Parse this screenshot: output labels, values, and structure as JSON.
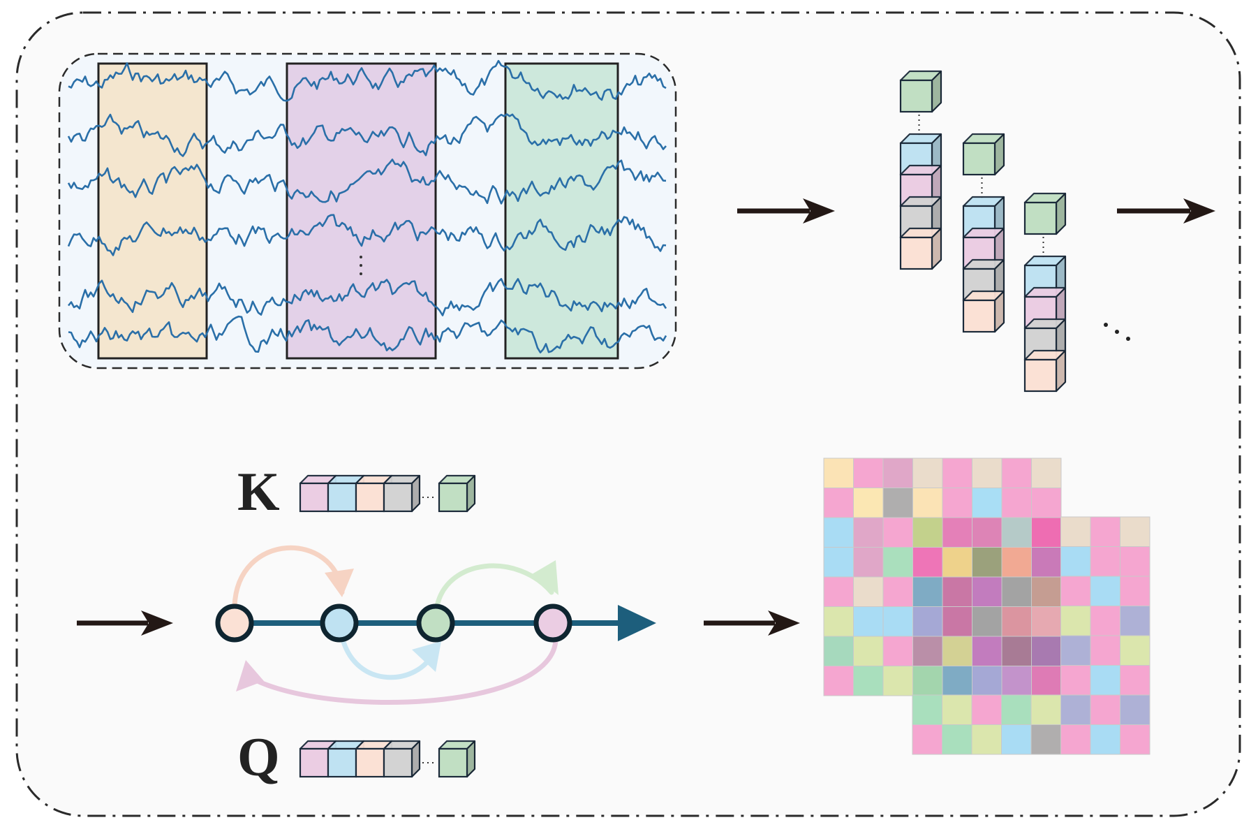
{
  "labels": {
    "key": "K",
    "query": "Q"
  },
  "colors": {
    "panel_bg": "#fafafa",
    "frame": "#2a2a2a",
    "signal_panel_bg": "#f2f7fc",
    "signal_stroke": "#2a6fa8",
    "window_tan": "#f4e6cf",
    "window_purple": "#e3d1e8",
    "window_green": "#cde8dc",
    "arrow": "#231815",
    "timeline": "#1d5e7c",
    "token_peach": "#fbe1d5",
    "token_blue": "#bfe2f2",
    "token_green": "#c1dfc3",
    "token_pink": "#ebcde3",
    "token_gray": "#d3d3d3"
  },
  "signal": {
    "channel_count": 6,
    "window_count": 3
  },
  "token_stacks": {
    "stack_count": 3
  },
  "attention_nodes": [
    "peach",
    "blue",
    "green",
    "pink"
  ],
  "matrix_back": [
    [
      "#fbe3b5",
      "#f5a6d0",
      "#e0a7c8",
      "#eadccb",
      "#f5a6d0",
      "#eadccb",
      "#f5a6d0",
      "#eadccb"
    ],
    [
      "#f5a6d0",
      "#fbe7b3",
      "#afaeae",
      "#fbe3b5",
      "#f5a6d0",
      "#a9def5",
      "#f5a6d0",
      "#f5a6d0"
    ],
    [
      "#a9dcf4",
      "#e0a7c8",
      "#f5a6d0",
      "#c3d18c",
      "#e480b8",
      "#dd84b6",
      "#b5cac8",
      "#ee6db2"
    ],
    [
      "#a9dcf4",
      "#e0a7c8",
      "#aadfbd",
      "#ee75b7",
      "#eed28b",
      "#9ba17c",
      "#f1a993",
      "#c97ab8"
    ],
    [
      "#f5a6d0",
      "#eadccb",
      "#f5a6d0",
      "#7fabc4",
      "#c977a5",
      "#c27cbe",
      "#a3a3a3",
      "#c59d92"
    ],
    [
      "#dbe6ad",
      "#a9dcf4",
      "#a9dcf4",
      "#a5a8d5",
      "#c977a5",
      "#a3a3a3",
      "#db95a0",
      "#e6a9b1"
    ],
    [
      "#a6d9bd",
      "#dbe6ad",
      "#f5a6d0",
      "#ba8fa8",
      "#d3d194",
      "#c27cbe",
      "#a87b95",
      "#a87ab0"
    ],
    [
      "#f5a6d0",
      "#a9dfbd",
      "#dbe6ad",
      "#a3d5ad",
      "#7fabc4",
      "#a5a8d5",
      "#c393cb",
      "#de7bb5"
    ]
  ],
  "matrix_front": [
    [
      "#eadccb",
      "#f5a6d0",
      "#eadccb"
    ],
    [
      "#a9dcf4",
      "#f5a6d0",
      "#f5a6d0"
    ],
    [
      "#f5a6d0",
      "#a9dcf4",
      "#f5a6d0"
    ],
    [
      "#dbe6ad",
      "#f5a6d0",
      "#aeb1d6"
    ],
    [
      "#aeb1d6",
      "#f5a6d0",
      "#dbe6ad"
    ],
    [
      "#f5a6d0",
      "#a9dcf4",
      "#f5a6d0"
    ],
    [
      "#a9dfbd",
      "#dbe6ad",
      "#f5a6d0",
      "#a9dfbd",
      "#dbe6ad",
      "#aeb1d6",
      "#f5a6d0",
      "#aeb1d6"
    ],
    [
      "#f5a6d0",
      "#a9dfbd",
      "#dbe6ad",
      "#a9dcf4",
      "#b0aeae",
      "#f5a6d0",
      "#a9dcf4",
      "#f5a6d0"
    ]
  ]
}
